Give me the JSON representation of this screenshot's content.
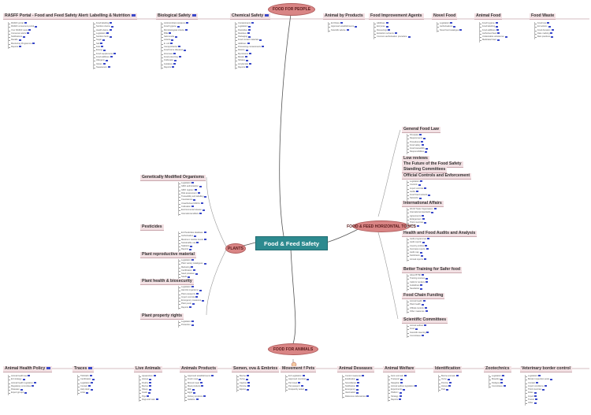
{
  "hubs": {
    "top": "FOOD FOR PEOPLE",
    "bottom": "FOOD FOR ANIMALS",
    "right": "FOOD & FEED HORIZONTAL TOPICS",
    "plants": "PLANTS"
  },
  "center": "Food & Feed Safety",
  "top_categories": [
    {
      "label": "RASFF Portal - Food and Feed Safety Alerts",
      "flag": true,
      "leaves": [
        "RASFF portal",
        "RASFF consumers portal",
        "Your RASFF news",
        "Consumer alerts",
        "Notifications",
        "Recalls",
        "Monitoring Programme",
        "Reports"
      ]
    },
    {
      "label": "Labelling & Nutrition",
      "flag": true,
      "leaves": [
        "Food labelling",
        "Nutrition claims",
        "Health claims",
        "Legislation",
        "Nutrition facts",
        "Sugar",
        "Salt",
        "Fats",
        "Energy",
        "Food supplements",
        "Food additives",
        "Allergens",
        "Gluten",
        "Sweeteners"
      ]
    },
    {
      "label": "Biological Safety",
      "flag": true,
      "leaves": [
        "Antimicrobial resistance",
        "Food hygiene",
        "Microbiological criteria",
        "BSE",
        "Salmonella",
        "Listeria",
        "E. coli",
        "Campylobacter",
        "Food borne diseases",
        "Zoonoses",
        "Food poisoning",
        "Outbreaks",
        "Guidance",
        "Reports"
      ]
    },
    {
      "label": "Chemical Safety",
      "flag": true,
      "leaves": [
        "Contaminants",
        "Legislation",
        "Pesticides",
        "Residues",
        "Packaging",
        "Food contact materials",
        "Additives",
        "Processing contaminants",
        "Dioxins",
        "Mycotoxins",
        "Metals",
        "Nitrates",
        "Acrylamide",
        "Reports"
      ]
    },
    {
      "label": "Animal by Products",
      "flag": false,
      "leaves": [
        "EU Rules",
        "Approved establishments",
        "Scientific advice"
      ]
    },
    {
      "label": "Food Improvement Agents",
      "flag": false,
      "leaves": [
        "Additives",
        "Enzymes",
        "Flavourings",
        "Extraction solvents",
        "Common authorisation procedure"
      ]
    },
    {
      "label": "Novel Food",
      "flag": false,
      "leaves": [
        "Legislation",
        "Authorisations",
        "Novel food catalogue"
      ]
    },
    {
      "label": "Animal Food",
      "flag": false,
      "leaves": [
        "Food hygiene",
        "Food labelling",
        "Food additives",
        "Authorised feed",
        "Undesirable substances",
        "Medicated feed"
      ]
    },
    {
      "label": "Food Waste",
      "flag": false,
      "leaves": [
        "Food loss",
        "EU actions",
        "Food donation",
        "Date marking",
        "Best practices"
      ]
    }
  ],
  "left_mid": [
    {
      "label": "Genetically Modified Organisms",
      "leaves": [
        "Legislation",
        "GMO authorisation",
        "GMO register",
        "Risk assessment",
        "Traceability and labelling",
        "Coexistence",
        "Unauthorised GMOs",
        "Cultivation",
        "Environmental release",
        "International affairs"
      ]
    },
    {
      "label": "Pesticides",
      "leaves": [
        "EU Pesticides database",
        "Authorisation",
        "Maximum residue levels",
        "Sustainable use",
        "Statistics",
        "Reports"
      ]
    },
    {
      "label": "Plant reproductive material",
      "leaves": [
        "Legislation",
        "Plant variety catalogues",
        "Marketing",
        "Certification",
        "Seed potatoes",
        "Seeds"
      ]
    },
    {
      "label": "Plant health & biosecurity",
      "leaves": [
        "Legislation",
        "Harmful organisms",
        "Plant passports",
        "Import controls",
        "Emergency measures",
        "Plant pests",
        "Reports"
      ]
    },
    {
      "label": "Plant property rights",
      "leaves": [
        "Legislation",
        "Protection"
      ]
    }
  ],
  "right_mid": [
    {
      "label": "General Food Law",
      "leaves": [
        "Principles",
        "Requirements",
        "Procedures",
        "Food safety",
        "Food traceability",
        "Responsibilities"
      ]
    },
    {
      "label": "Low reviews",
      "leaves": []
    },
    {
      "label": "The Future of the Food Safety",
      "leaves": []
    },
    {
      "label": "Standing Committees",
      "leaves": []
    },
    {
      "label": "Official Controls and Enforcement",
      "leaves": [
        "Legislation",
        "Controls",
        "Import controls",
        "Audits",
        "Food fraud network",
        "Networks"
      ]
    },
    {
      "label": "International Affairs",
      "leaves": [
        "World Trade Organisation",
        "International standards",
        "Agreements",
        "Enlargement",
        "Third countries",
        "Codex"
      ]
    },
    {
      "label": "Health and Food Audits and Analysis",
      "leaves": [
        "Audit programmes",
        "Audit reports",
        "Country profiles",
        "Overview reports",
        "Audit map",
        "Factsheets",
        "Annual reports"
      ]
    },
    {
      "label": "Better Training for Safer food",
      "leaves": [
        "About BTSF",
        "Training courses",
        "Calls for tenders",
        "Guidelines",
        "Newsletter"
      ]
    },
    {
      "label": "Food Chain Funding",
      "leaves": [
        "Animal health",
        "Plant health",
        "Official controls",
        "Other measures"
      ]
    },
    {
      "label": "Scientific Committees",
      "leaves": [
        "Animal welfare",
        "Food",
        "Scientific steering",
        "Committees"
      ]
    }
  ],
  "bottom_categories": [
    {
      "label": "Animal Health Policy",
      "flag": true,
      "leaves": [
        "Animal health law",
        "EU strategy",
        "Animal health regulation",
        "Regulatory committee",
        "Diseases",
        "Expert groups"
      ]
    },
    {
      "label": "Traces",
      "flag": true,
      "leaves": [
        "TRACES",
        "Certification",
        "Legislation",
        "Contact",
        "Help desk",
        "Links"
      ]
    },
    {
      "label": "Live Animals",
      "flag": false,
      "leaves": [
        "Aquaculture",
        "Horses",
        "Poultry",
        "Bovine",
        "Sheep",
        "Goats",
        "Pigs",
        "Dogs and cats"
      ]
    },
    {
      "label": "Animals Products",
      "flag": false,
      "leaves": [
        "Approved establishments",
        "Fresh meat",
        "Minced meat",
        "Meat products",
        "Milk",
        "Eggs",
        "Fishery products",
        "Gelatine"
      ]
    },
    {
      "label": "Semen, ova & Embrios",
      "flag": false,
      "leaves": [
        "Bovine",
        "Ovine",
        "Caprine",
        "Porcine",
        "Equine"
      ]
    },
    {
      "label": "Movement f Pets",
      "flag": false,
      "leaves": [
        "EU Legislation",
        "Approved countries",
        "Pet travel",
        "Pet passport",
        "Frequently asked"
      ]
    },
    {
      "label": "Animal Deseases",
      "flag": false,
      "leaves": [
        "Control measures",
        "Eradication",
        "Surveillance",
        "Notification",
        "Emergency",
        "Vaccination",
        "Reference laboratories"
      ]
    },
    {
      "label": "Animal Welfare",
      "flag": false,
      "leaves": [
        "Farm animals",
        "Transport",
        "Slaughter",
        "Animal welfare legislation",
        "Experiments",
        "Platform",
        "Strategy",
        "Reports"
      ]
    },
    {
      "label": "Identification",
      "flag": false,
      "leaves": [
        "Bovine animals",
        "Ovine",
        "Porcine",
        "Horses",
        "Pets"
      ]
    },
    {
      "label": "Zootechnics",
      "flag": false,
      "leaves": [
        "Legislation",
        "Breeding",
        "Pedigree",
        "Committees"
      ]
    },
    {
      "label": "Veterinary border control",
      "flag": false,
      "leaves": [
        "Legislation",
        "Border inspection posts",
        "Contact",
        "Import conditions",
        "Third countries",
        "Rules",
        "Import",
        "Transit",
        "Other"
      ]
    }
  ]
}
